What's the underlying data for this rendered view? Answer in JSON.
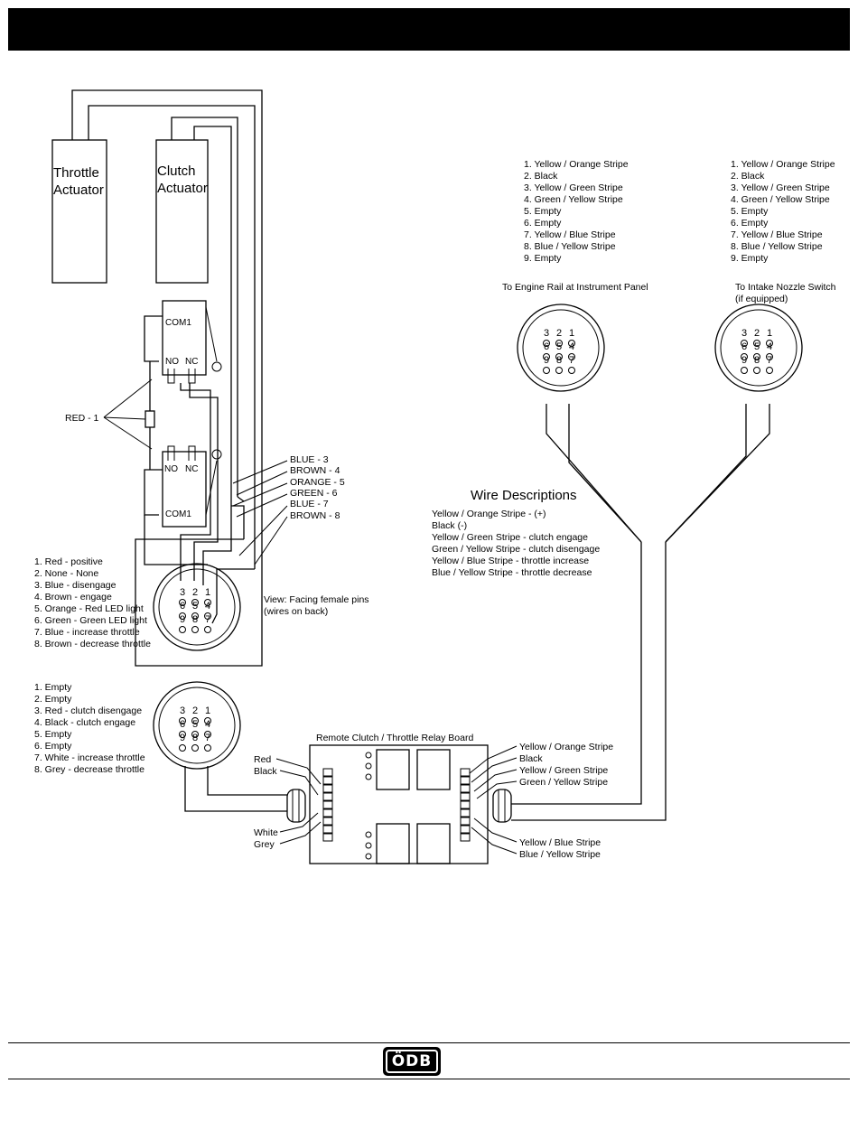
{
  "actuators": {
    "throttle": [
      "Throttle",
      "Actuator"
    ],
    "clutch": [
      "Clutch",
      "Actuator"
    ]
  },
  "relay_labels": {
    "com1": "COM1",
    "no": "NO",
    "nc": "NC",
    "red_label": "RED - 1"
  },
  "wire_labels": [
    "BLUE - 3",
    "BROWN - 4",
    "ORANGE - 5",
    "GREEN - 6",
    "BLUE - 7",
    "BROWN - 8"
  ],
  "connector1": {
    "pinout": [
      "1. Red - positive",
      "2. None - None",
      "3. Blue - disengage",
      "4. Brown - engage",
      "5. Orange - Red LED light",
      "6. Green - Green LED light",
      "7. Blue - increase throttle",
      "8. Brown - decrease throttle"
    ],
    "view_note": [
      "View: Facing female pins",
      "(wires on back)"
    ]
  },
  "connector2": {
    "pinout": [
      "1. Empty",
      "2. Empty",
      "3. Red - clutch disengage",
      "4. Black - clutch engage",
      "5. Empty",
      "6. Empty",
      "7. White - increase throttle",
      "8. Grey - decrease throttle"
    ]
  },
  "connector_pins": [
    "3",
    "2",
    "1",
    "6",
    "5",
    "4",
    "9",
    "8",
    "7"
  ],
  "engine_connector": {
    "pinout": [
      "1. Yellow / Orange Stripe",
      "2. Black",
      "3. Yellow / Green Stripe",
      "4. Green / Yellow Stripe",
      "5. Empty",
      "6. Empty",
      "7. Yellow / Blue Stripe",
      "8. Blue / Yellow Stripe",
      "9. Empty"
    ],
    "caption": "To Engine Rail at Instrument Panel"
  },
  "intake_connector": {
    "pinout": [
      "1. Yellow / Orange Stripe",
      "2. Black",
      "3. Yellow / Green Stripe",
      "4. Green / Yellow Stripe",
      "5. Empty",
      "6. Empty",
      "7. Yellow / Blue Stripe",
      "8. Blue / Yellow Stripe",
      "9. Empty"
    ],
    "caption": [
      "To Intake Nozzle Switch",
      "(if equipped)"
    ]
  },
  "wire_descriptions": {
    "title": "Wire Descriptions",
    "items": [
      "Yellow / Orange Stripe - (+)",
      "Black (-)",
      "Yellow / Green Stripe - clutch engage",
      "Green / Yellow Stripe - clutch disengage",
      "Yellow / Blue Stripe - throttle increase",
      "Blue / Yellow Stripe - throttle decrease"
    ]
  },
  "relay_board": {
    "title": "Remote Clutch / Throttle Relay Board",
    "left_labels": [
      "Red",
      "Black",
      "White",
      "Grey"
    ],
    "right_labels": [
      "Yellow / Orange Stripe",
      "Black",
      "Yellow / Green Stripe",
      "Green / Yellow Stripe",
      "Yellow / Blue Stripe",
      "Blue / Yellow Stripe"
    ]
  },
  "footer": {
    "logo": "ÖDB"
  }
}
